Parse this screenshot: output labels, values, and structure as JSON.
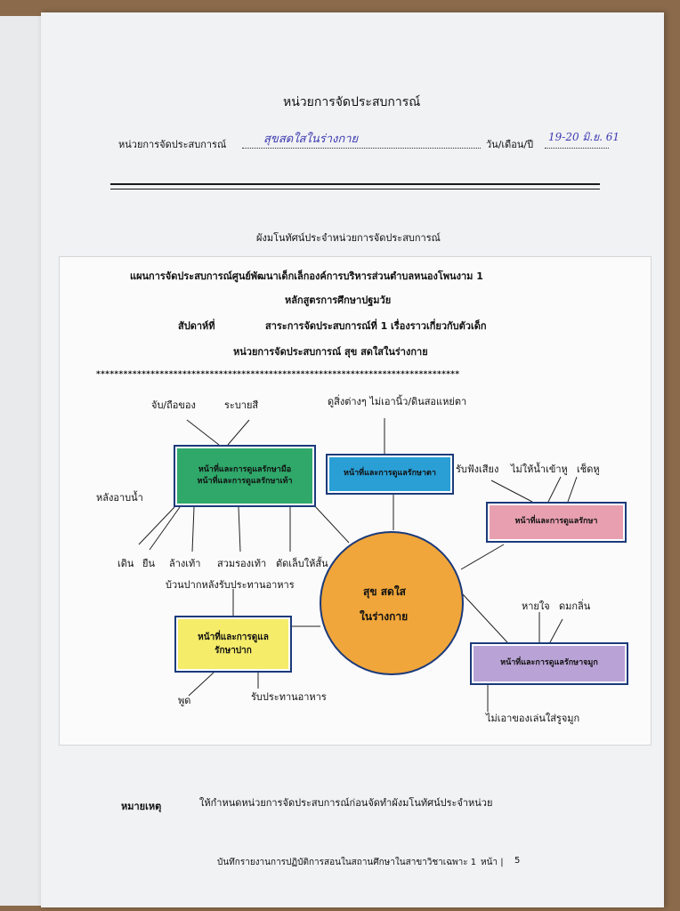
{
  "header": {
    "title": "หน่วยการจัดประสบการณ์",
    "unit_label": "หน่วยการจัดประสบการณ์",
    "unit_value": "สุขสดใสในร่างกาย",
    "date_label": "วัน/เดือน/ปี",
    "date_value": "19-20 มิ.ย. 61"
  },
  "section_title": "ผังมโนทัศน์ประจำหน่วยการจัดประสบการณ์",
  "plan": {
    "line1": "แผนการจัดประสบการณ์ศูนย์พัฒนาเด็กเล็กองค์การบริหารส่วนตำบลหนองโพนงาม 1",
    "line2": "หลักสูตรการศึกษาปฐมวัย",
    "week_label": "สัปดาห์ที่",
    "line3": "สาระการจัดประสบการณ์ที่ 1  เรื่องราวเกี่ยวกับตัวเด็ก",
    "line4": "หน่วยการจัดประสบการณ์ สุข สดใสในร่างกาย",
    "stars": "********************************************************************************"
  },
  "mindmap": {
    "center": {
      "line1": "สุข สดใส",
      "line2": "ในร่างกาย",
      "color": "#f0a63a"
    },
    "hands_box": {
      "line1": "หน้าที่และการดูแลรักษามือ",
      "line2": "หน้าที่และการดูแลรักษาเท้า",
      "color": "#2fa86a"
    },
    "eyes_box": {
      "label": "หน้าที่และการดูแลรักษาตา",
      "color": "#2a9fd6"
    },
    "ears_box": {
      "label": "หน้าที่และการดูแลรักษา",
      "color": "#e8a0b0"
    },
    "mouth_box": {
      "line1": "หน้าที่และการดูแล",
      "line2": "รักษาปาก",
      "color": "#f5ec6a"
    },
    "nose_box": {
      "label": "หน้าที่และการดูแลรักษาจมูก",
      "color": "#b9a3d6"
    },
    "labels": {
      "grab": "จับ/ถือของ",
      "paint": "ระบายสี",
      "after_bath": "หลังอาบน้ำ",
      "walk": "เดิน",
      "stand": "ยืน",
      "wash_feet": "ล้างเท้า",
      "wear_shoes": "สวมรองเท้า",
      "cut_nails": "ตัดเล็บให้สั้น",
      "look": "ดูสิ่งต่างๆ ไม่เอานิ้ว/ดินสอแหย่ตา",
      "hear": "รับฟังเสียง",
      "no_water": "ไม่ให้น้ำเข้าหู",
      "wipe_ear": "เช็ดหู",
      "rinse": "บ้วนปากหลังรับประทานอาหาร",
      "speak": "พูด",
      "eat": "รับประทานอาหาร",
      "breathe": "หายใจ",
      "smell": "ดมกลิ่น",
      "no_toys_nose": "ไม่เอาของเล่นใส่รูจมูก"
    }
  },
  "note": {
    "label": "หมายเหตุ",
    "text": "ให้กำหนดหน่วยการจัดประสบการณ์ก่อนจัดทำผังมโนทัศน์ประจำหน่วย"
  },
  "footer": {
    "text": "บันทึกรายงานการปฏิบัติการสอนในสถานศึกษาในสาขาวิชาเฉพาะ 1",
    "page_label": "หน้า |",
    "page_number": "5"
  }
}
